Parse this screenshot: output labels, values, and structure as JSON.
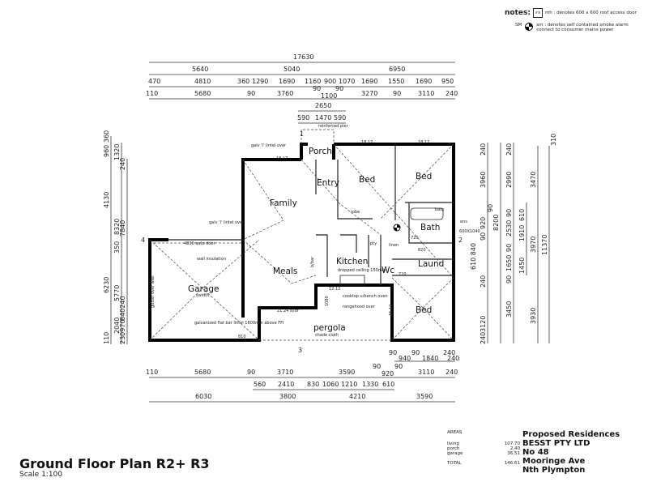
{
  "title": "Ground Floor Plan R2+ R3",
  "scale": "Scale 1:100",
  "notes": {
    "label": "notes:",
    "mh_symbol": "mh",
    "mh_text": "mh : denotes 600 x 600 roof access door",
    "sm_symbol": "SM",
    "sm_text_1": "sm : denotes self contained smoke alarm",
    "sm_text_2": "connect to consumer mains power"
  },
  "rooms": {
    "porch": "Porch",
    "entry": "Entry",
    "bed1": "Bed",
    "bed2": "Bed",
    "family": "Family",
    "bath": "Bath",
    "meals": "Meals",
    "kitchen": "Kitchen",
    "wc": "Wc",
    "laund": "Laund",
    "garage": "Garage",
    "pergola": "pergola",
    "bed3": "Bed"
  },
  "annotations": {
    "reinforced_pier": "reinforced pier",
    "galv_lintel": "galv 'I' lintel over",
    "galv_lintel2": "galv 'I' lintel over",
    "robe": "robe",
    "window_18_17a": "18.17",
    "window_18_17b": "18.17",
    "window_18_17c": "18.17",
    "auto_door": "4810 auto door",
    "wall_insulation": "wall insulation",
    "gutter_over_wall": "gutter over wall",
    "garage_swidth": "swidth",
    "flat_bar": "galvanized flat bar lintel 1800mm above FFl",
    "sd": "21.24 sl/dr",
    "dropped_ceiling": "dropped ceiling 150mm",
    "cooktop": "cooktop u/bench oven",
    "rangehood": "rangehood over",
    "shade_cloth": "shade cloth",
    "pty": "pty",
    "linen": "linen",
    "bath_small": "bath",
    "ens": "ens",
    "win_12_12": "12.12",
    "win_15_12": "15.12",
    "d820": "820",
    "d720": "720",
    "d720b": "720",
    "d810": "810",
    "d1080": "1080",
    "sbar": "b/bar",
    "d600x1040": "600X1040"
  },
  "section_markers": {
    "m1": "1",
    "m2": "2",
    "m3": "3",
    "m4": "4"
  },
  "dims_top": {
    "overall": "17630",
    "row2": [
      "5640",
      "5040",
      "6950"
    ],
    "row3": [
      "470",
      "4810",
      "360",
      "1290",
      "1690",
      "1160",
      "900",
      "1070",
      "1690",
      "1550",
      "1690",
      "950"
    ],
    "row4": [
      "110",
      "5680",
      "90",
      "3760",
      "90",
      "1100",
      "90",
      "3270",
      "90",
      "3110",
      "240"
    ],
    "porch_total": "2650",
    "porch": [
      "590",
      "1470",
      "590"
    ]
  },
  "dims_bottom": {
    "row0": [
      "90",
      "940",
      "90",
      "1840",
      "240",
      "240"
    ],
    "row1": [
      "110",
      "5680",
      "90",
      "3710",
      "3590",
      "90",
      "920",
      "90",
      "3110",
      "240"
    ],
    "row2": [
      "560",
      "2410",
      "830",
      "1060",
      "1210",
      "1330",
      "610"
    ],
    "row3": [
      "6030",
      "3800",
      "4210",
      "3590"
    ]
  },
  "dims_left": [
    "960",
    "360",
    "1320",
    "4130",
    "240",
    "8320",
    "7840",
    "350",
    "6230",
    "5770",
    "840240",
    "2040",
    "230970",
    "110"
  ],
  "dims_right": [
    "240",
    "3960",
    "90",
    "920",
    "90",
    "610 840",
    "240",
    "3120",
    "240",
    "8200",
    "240",
    "2990",
    "90",
    "2530",
    "90",
    "1650",
    "90",
    "3450",
    "610",
    "1910",
    "1450",
    "3470",
    "3970",
    "3930",
    "11370",
    "310"
  ],
  "areas": {
    "heading": "AREAS",
    "rows": [
      {
        "label": "living",
        "value": "107.70"
      },
      {
        "label": "porch",
        "value": "2.40"
      },
      {
        "label": "garage",
        "value": "36.51"
      }
    ],
    "total_label": "TOTAL",
    "total_value": "146.61"
  },
  "title_block": [
    "Proposed Residences",
    "BESST PTY LTD",
    "No 48",
    "Mooringe Ave",
    "Nth Plympton"
  ]
}
